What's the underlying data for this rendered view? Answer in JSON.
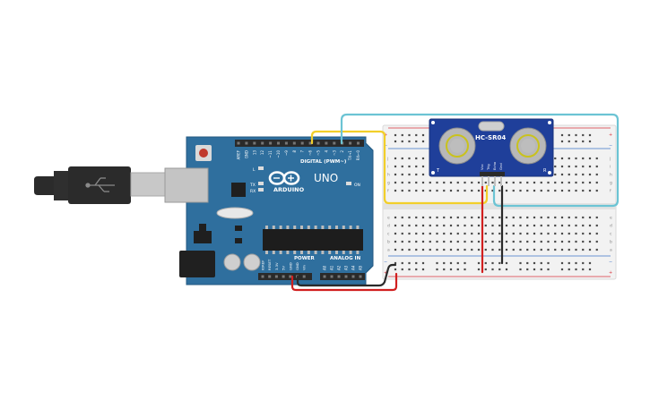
{
  "colors": {
    "background": "#ffffff",
    "arduino_board": "#2f6f9e",
    "arduino_board_edge": "#245a82",
    "breadboard": "#f2f2f2",
    "breadboard_edge": "#d9d9d9",
    "rail_red": "#d8323c",
    "rail_blue": "#3e75c9",
    "hole": "#4a4a4a",
    "sensor_board": "#1f3f9a",
    "transducer": "#b8b8b8",
    "transducer_ring": "#c9c21d",
    "wire_yellow": "#f2cf2a",
    "wire_cyan": "#6cc4d4",
    "wire_red": "#d11f1f",
    "wire_black": "#2a2a2a",
    "usb_cable": "#2b2b2b",
    "usb_plug": "#c8c8c8",
    "header": "#2a2a2a",
    "chip": "#1d1d1d"
  },
  "arduino": {
    "logo_text": "ARDUINO",
    "model": "UNO",
    "digital_label": "DIGITAL (PWM~)",
    "power_label": "POWER",
    "analog_label": "ANALOG IN",
    "led_labels": [
      "L",
      "TX",
      "RX"
    ],
    "on_label": "ON",
    "digital_pins": [
      "AREF",
      "GND",
      "13",
      "12",
      "~11",
      "~10",
      "~9",
      "8",
      "7",
      "~6",
      "~5",
      "4",
      "~3",
      "2",
      "TX→1",
      "RX←0"
    ],
    "power_pins": [
      "IOREF",
      "RESET",
      "3.3V",
      "5V",
      "GND",
      "GND",
      "Vin"
    ],
    "analog_pins": [
      "A0",
      "A1",
      "A2",
      "A3",
      "A4",
      "A5"
    ]
  },
  "breadboard": {
    "top_row_letters": [
      "j",
      "i",
      "h",
      "g",
      "f"
    ],
    "bottom_row_letters": [
      "e",
      "d",
      "c",
      "b",
      "a"
    ],
    "rail_plus": "+",
    "rail_minus": "−"
  },
  "sensor": {
    "label": "HC-SR04",
    "pins": [
      "Vcc",
      "Trig",
      "Echo",
      "Gnd"
    ],
    "side_left": "T",
    "side_right": "R"
  }
}
